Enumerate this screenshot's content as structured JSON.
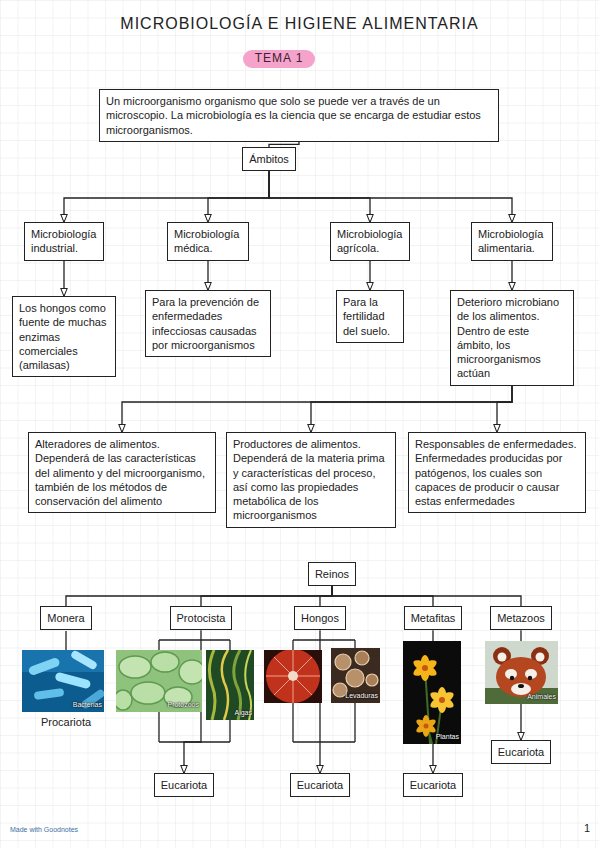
{
  "diagram": {
    "title": "MICROBIOLOGÍA E HIGIENE ALIMENTARIA",
    "nodes": [
      {
        "text": [
          "TEMA 1"
        ]
      },
      {
        "text": [
          "Un microorganismo organismo que solo se puede ver a través de un microscopio. La microbiología es la ciencia que se encarga de estudiar estos microorganismos."
        ]
      },
      {
        "text": [
          "Ámbitos"
        ]
      },
      {
        "text": [
          "Microbiología industrial."
        ]
      },
      {
        "text": [
          "Microbiología médica."
        ]
      },
      {
        "text": [
          "Microbiología agrícola."
        ]
      },
      {
        "text": [
          "Microbiología alimentaria."
        ]
      },
      {
        "text": [
          "Los hongos como fuente de muchas enzimas comerciales (amilasas)"
        ]
      },
      {
        "text": [
          "Para la prevención de enfermedades infecciosas causadas por microorganismos"
        ]
      },
      {
        "text": [
          "Para la fertilidad del suelo."
        ]
      },
      {
        "text": [
          "Deterioro microbiano de los alimentos. Dentro de este ámbito, los microorganismos actúan"
        ]
      },
      {
        "text": [
          "Alteradores de alimentos. Dependerá de las características del alimento y del microorganismo, también de los métodos de conservación del alimento"
        ]
      },
      {
        "text": [
          "Productores de alimentos. Dependerá de la materia prima y características del proceso, así como las propiedades metabólica de los microorganismos"
        ]
      },
      {
        "text": [
          "Responsables de enfermedades. Enfermedades producidas por patógenos, los cuales son capaces de producir o causar estas enfermedades"
        ]
      },
      {
        "text": [
          "Reinos"
        ]
      },
      {
        "text": [
          "Monera"
        ]
      },
      {
        "text": [
          "Protocista"
        ]
      },
      {
        "text": [
          "Hongos"
        ]
      },
      {
        "text": [
          "Metafitas"
        ]
      },
      {
        "text": [
          "Metazoos"
        ]
      },
      {
        "text": [
          "Eucariota"
        ]
      },
      {
        "text": [
          "Eucariota"
        ]
      },
      {
        "text": [
          "Eucariota"
        ]
      },
      {
        "text": [
          "Eucariota"
        ]
      }
    ],
    "edges": [
      {
        "from": 1,
        "to": 2,
        "arrow": "none"
      },
      {
        "from": 2,
        "to": 3,
        "arrow": "to"
      },
      {
        "from": 2,
        "to": 4,
        "arrow": "to"
      },
      {
        "from": 2,
        "to": 5,
        "arrow": "to"
      },
      {
        "from": 2,
        "to": 6,
        "arrow": "to"
      },
      {
        "from": 3,
        "to": 7,
        "arrow": "to"
      },
      {
        "from": 4,
        "to": 8,
        "arrow": "to"
      },
      {
        "from": 5,
        "to": 9,
        "arrow": "to"
      },
      {
        "from": 6,
        "to": 10,
        "arrow": "to"
      },
      {
        "from": 10,
        "to": 11,
        "arrow": "to"
      },
      {
        "from": 10,
        "to": 12,
        "arrow": "to"
      },
      {
        "from": 10,
        "to": 13,
        "arrow": "to"
      },
      {
        "from": 14,
        "to": 15,
        "arrow": "none"
      },
      {
        "from": 14,
        "to": 16,
        "arrow": "none"
      },
      {
        "from": 14,
        "to": 17,
        "arrow": "none"
      },
      {
        "from": 14,
        "to": 18,
        "arrow": "none"
      },
      {
        "from": 14,
        "to": 19,
        "arrow": "none"
      },
      {
        "from": 16,
        "to": 20,
        "arrow": "to"
      },
      {
        "from": 17,
        "to": 21,
        "arrow": "to"
      },
      {
        "from": 18,
        "to": 22,
        "arrow": "to"
      },
      {
        "from": 19,
        "to": 23,
        "arrow": "to"
      }
    ],
    "labels": [
      "Procariota",
      "Bacterias",
      "Protozoos",
      "Algas",
      "Levaduras",
      "Plantas",
      "Animales",
      "Made with Goodnotes",
      "1"
    ]
  }
}
